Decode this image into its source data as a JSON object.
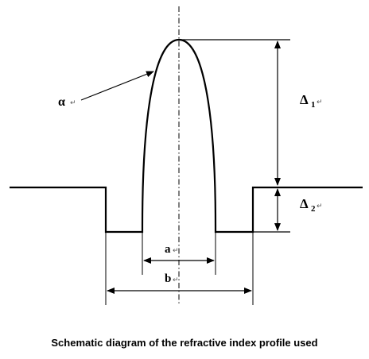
{
  "labels": {
    "alpha": "α",
    "delta1": "Δ",
    "delta1_sub": "1",
    "delta2": "Δ",
    "delta2_sub": "2",
    "a": "a",
    "b": "b",
    "return_mark": "↵"
  },
  "caption": "Schematic diagram of the refractive index profile used",
  "colors": {
    "line": "#000000",
    "background": "#ffffff"
  }
}
